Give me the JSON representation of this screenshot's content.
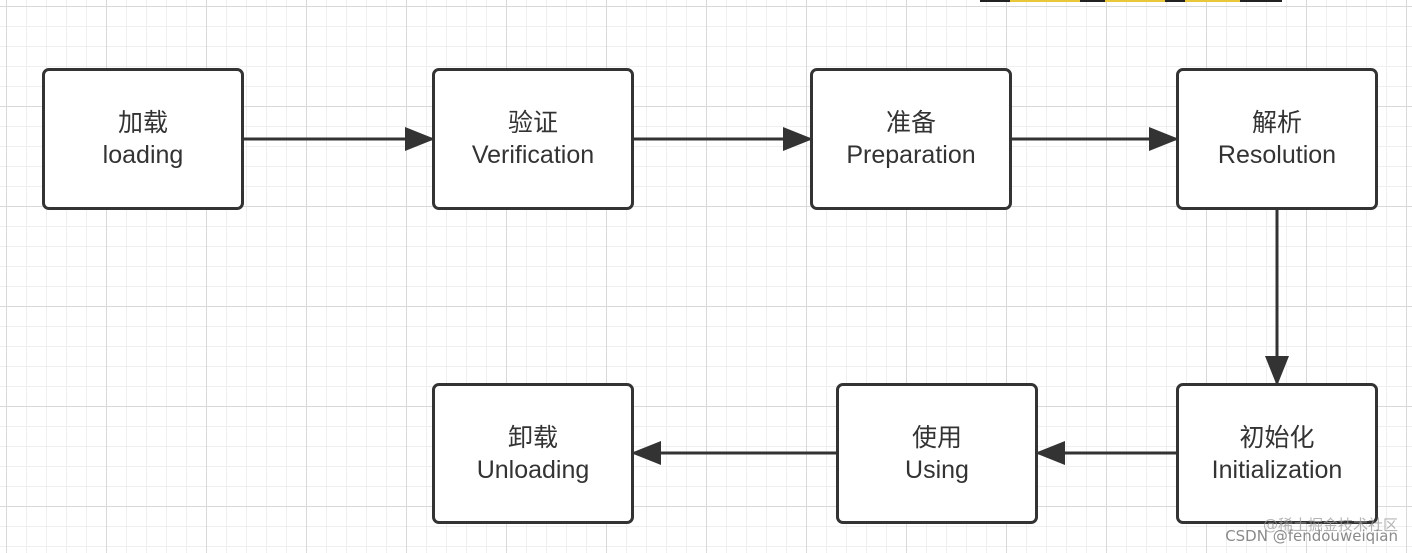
{
  "nodes": [
    {
      "id": "loading",
      "zh": "加载",
      "en": "loading"
    },
    {
      "id": "verification",
      "zh": "验证",
      "en": "Verification"
    },
    {
      "id": "preparation",
      "zh": "准备",
      "en": "Preparation"
    },
    {
      "id": "resolution",
      "zh": "解析",
      "en": "Resolution"
    },
    {
      "id": "initialization",
      "zh": "初始化",
      "en": "Initialization"
    },
    {
      "id": "using",
      "zh": "使用",
      "en": "Using"
    },
    {
      "id": "unloading",
      "zh": "卸载",
      "en": "Unloading"
    }
  ],
  "edges": [
    {
      "from": "loading",
      "to": "verification"
    },
    {
      "from": "verification",
      "to": "preparation"
    },
    {
      "from": "preparation",
      "to": "resolution"
    },
    {
      "from": "resolution",
      "to": "initialization"
    },
    {
      "from": "initialization",
      "to": "using"
    },
    {
      "from": "using",
      "to": "unloading"
    }
  ],
  "watermarks": {
    "juejin": "@稀土掘金技术社区",
    "csdn": "CSDN @fendouweiqian"
  },
  "colors": {
    "stroke": "#333333",
    "grid_major": "#d9d9d9",
    "grid_minor": "#efefef",
    "background": "#ffffff"
  }
}
